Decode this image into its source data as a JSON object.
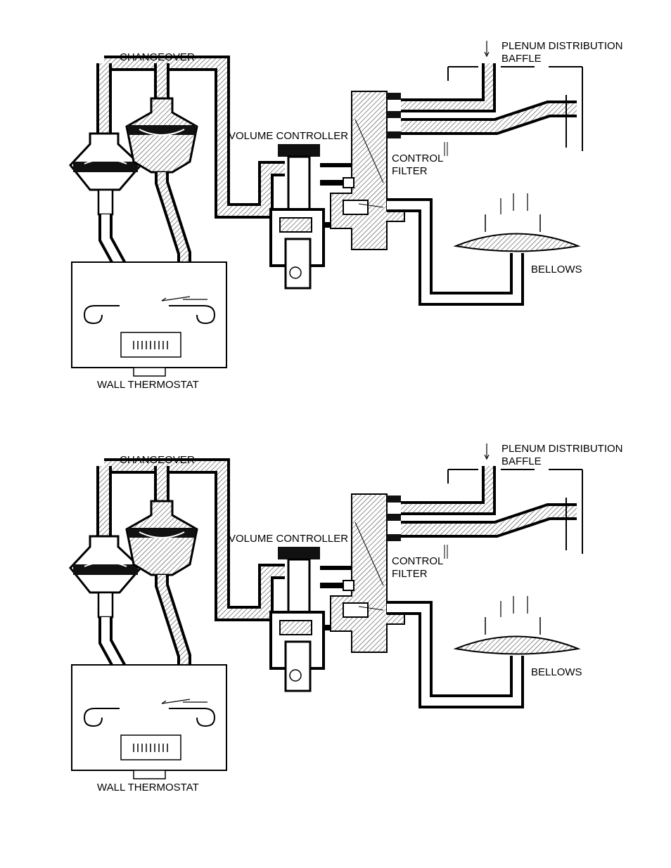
{
  "diagrams": [
    {
      "labels": {
        "changeover": "CHANGEOVER",
        "plenum_line1": "PLENUM DISTRIBUTION",
        "plenum_line2": "BAFFLE",
        "volume_controller": "VOLUME CONTROLLER",
        "control": "CONTROL",
        "filter": "FILTER",
        "bellows": "BELLOWS",
        "wall_thermostat": "WALL THERMOSTAT"
      }
    },
    {
      "labels": {
        "changeover": "CHANGEOVER",
        "plenum_line1": "PLENUM DISTRIBUTION",
        "plenum_line2": "BAFFLE",
        "volume_controller": "VOLUME CONTROLLER",
        "control": "CONTROL",
        "filter": "FILTER",
        "bellows": "BELLOWS",
        "wall_thermostat": "WALL THERMOSTAT"
      }
    }
  ]
}
